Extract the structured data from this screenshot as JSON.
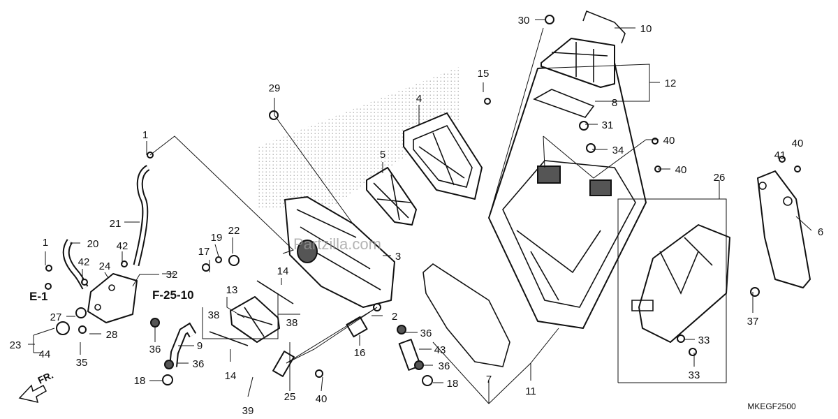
{
  "diagram": {
    "code": "MKEGF2500",
    "watermark": "Partzilla.com",
    "references": [
      "E-1",
      "F-25-10"
    ],
    "direction_label": "FR.",
    "callouts": [
      {
        "id": "c1a",
        "text": "1"
      },
      {
        "id": "c1b",
        "text": "1"
      },
      {
        "id": "c2",
        "text": "2"
      },
      {
        "id": "c3",
        "text": "3"
      },
      {
        "id": "c4",
        "text": "4"
      },
      {
        "id": "c5",
        "text": "5"
      },
      {
        "id": "c6",
        "text": "6"
      },
      {
        "id": "c7",
        "text": "7"
      },
      {
        "id": "c8",
        "text": "8"
      },
      {
        "id": "c9",
        "text": "9"
      },
      {
        "id": "c10",
        "text": "10"
      },
      {
        "id": "c11",
        "text": "11"
      },
      {
        "id": "c12",
        "text": "12"
      },
      {
        "id": "c13",
        "text": "13"
      },
      {
        "id": "c14a",
        "text": "14"
      },
      {
        "id": "c14b",
        "text": "14"
      },
      {
        "id": "c15",
        "text": "15"
      },
      {
        "id": "c16",
        "text": "16"
      },
      {
        "id": "c17",
        "text": "17"
      },
      {
        "id": "c18a",
        "text": "18"
      },
      {
        "id": "c18b",
        "text": "18"
      },
      {
        "id": "c19",
        "text": "19"
      },
      {
        "id": "c20",
        "text": "20"
      },
      {
        "id": "c21",
        "text": "21"
      },
      {
        "id": "c22",
        "text": "22"
      },
      {
        "id": "c23",
        "text": "23"
      },
      {
        "id": "c24",
        "text": "24"
      },
      {
        "id": "c25",
        "text": "25"
      },
      {
        "id": "c26",
        "text": "26"
      },
      {
        "id": "c27",
        "text": "27"
      },
      {
        "id": "c28",
        "text": "28"
      },
      {
        "id": "c29",
        "text": "29"
      },
      {
        "id": "c30",
        "text": "30"
      },
      {
        "id": "c31",
        "text": "31"
      },
      {
        "id": "c32",
        "text": "32"
      },
      {
        "id": "c33a",
        "text": "33"
      },
      {
        "id": "c33b",
        "text": "33"
      },
      {
        "id": "c34",
        "text": "34"
      },
      {
        "id": "c35",
        "text": "35"
      },
      {
        "id": "c36a",
        "text": "36"
      },
      {
        "id": "c36b",
        "text": "36"
      },
      {
        "id": "c36c",
        "text": "36"
      },
      {
        "id": "c36d",
        "text": "36"
      },
      {
        "id": "c37",
        "text": "37"
      },
      {
        "id": "c38a",
        "text": "38"
      },
      {
        "id": "c38b",
        "text": "38"
      },
      {
        "id": "c39",
        "text": "39"
      },
      {
        "id": "c40a",
        "text": "40"
      },
      {
        "id": "c40b",
        "text": "40"
      },
      {
        "id": "c40c",
        "text": "40"
      },
      {
        "id": "c40d",
        "text": "40"
      },
      {
        "id": "c41",
        "text": "41"
      },
      {
        "id": "c42a",
        "text": "42"
      },
      {
        "id": "c42b",
        "text": "42"
      },
      {
        "id": "c43",
        "text": "43"
      },
      {
        "id": "c44",
        "text": "44"
      }
    ]
  }
}
